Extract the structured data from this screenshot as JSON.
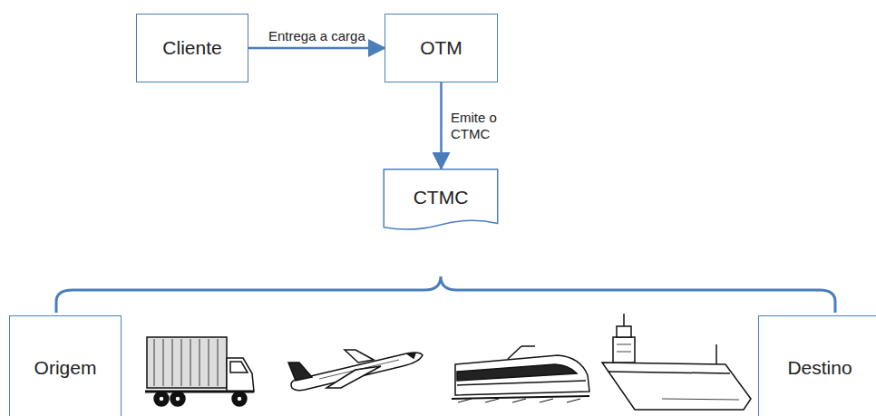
{
  "diagram": {
    "nodes": [
      {
        "text": [
          "Cliente"
        ]
      },
      {
        "text": [
          "OTM"
        ]
      },
      {
        "text": [
          "CTMC"
        ]
      },
      {
        "text": [
          "Origem"
        ]
      },
      {
        "text": [
          "Destino"
        ]
      }
    ],
    "edges": [
      {
        "from": 0,
        "to": 1,
        "arrow": "to",
        "label": "Entrega a carga"
      },
      {
        "from": 1,
        "to": 2,
        "arrow": "to",
        "label": "Emite o CTMC"
      }
    ]
  }
}
